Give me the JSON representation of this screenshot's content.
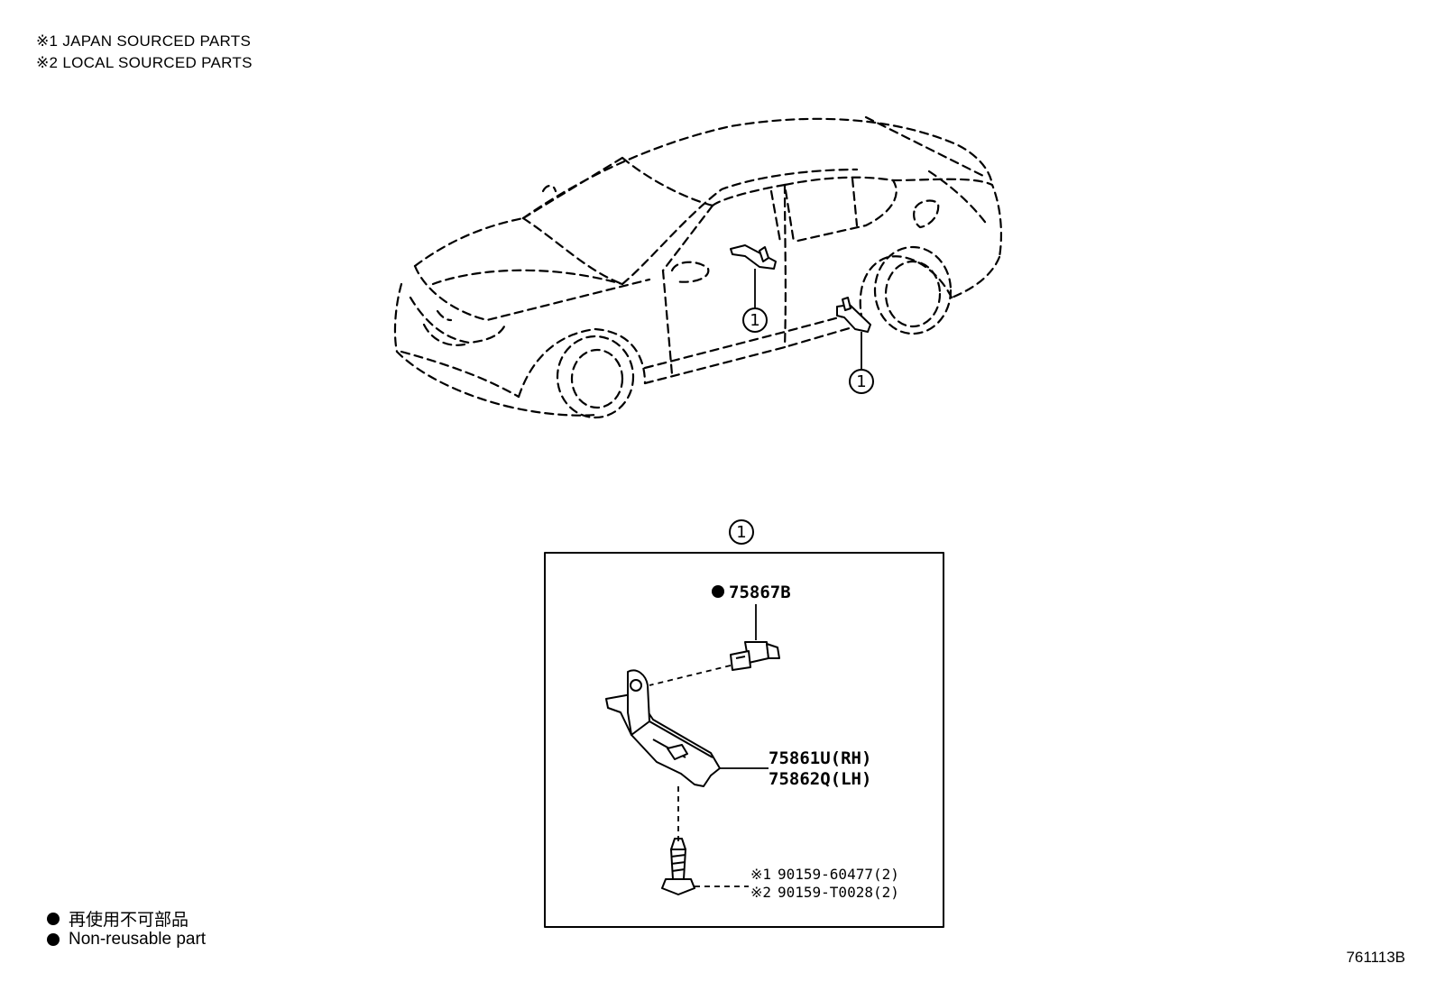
{
  "notes": {
    "note1": "※1 JAPAN SOURCED PARTS",
    "note2": "※2 LOCAL SOURCED PARTS"
  },
  "callouts": {
    "car_ref_1": "1",
    "car_ref_2": "1",
    "detail_ref": "1"
  },
  "parts": {
    "clip": "75867B",
    "bracket_rh": "75861U(RH)",
    "bracket_lh": "75862Q(LH)",
    "screw_1_mark": "※1",
    "screw_1": "90159-60477(2)",
    "screw_2_mark": "※2",
    "screw_2": "90159-T0028(2)"
  },
  "legend": {
    "non_reusable_jp": "再使用不可部品",
    "non_reusable_en": "Non-reusable part"
  },
  "diagram_id": "761113B"
}
